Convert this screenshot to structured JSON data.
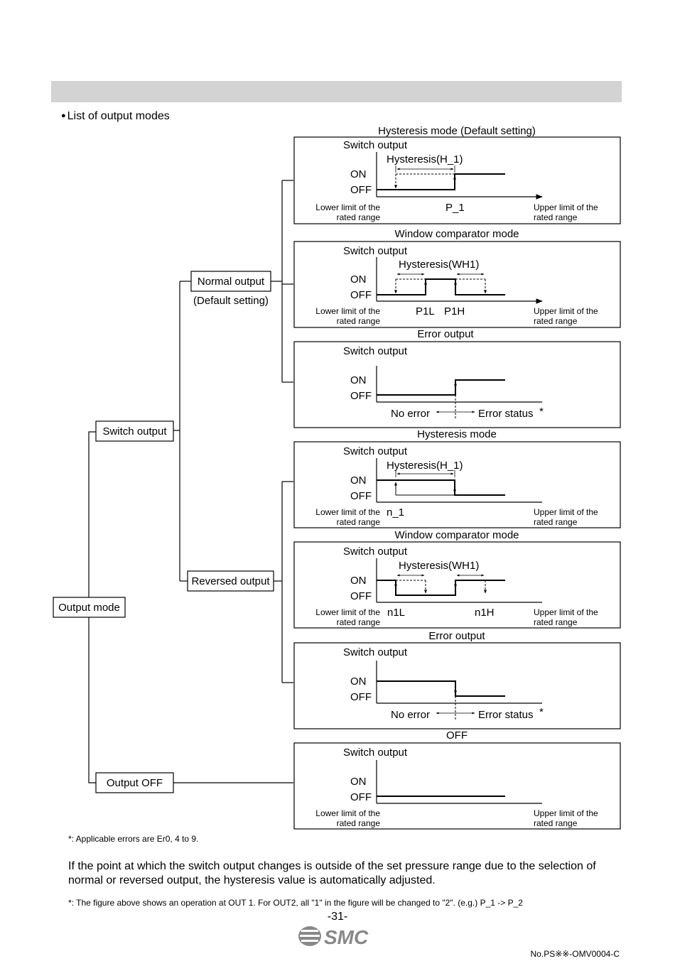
{
  "heading": "List of output modes",
  "tree": {
    "output_mode": "Output mode",
    "switch_output": "Switch output",
    "output_off": "Output OFF",
    "normal_output": "Normal output",
    "normal_sub": "(Default setting)",
    "reversed_output": "Reversed output"
  },
  "common": {
    "switch_output": "Switch output",
    "on": "ON",
    "off": "OFF",
    "lower_1": "Lower limit of the",
    "lower_2": "rated range",
    "upper_1": "Upper limit of the",
    "upper_2": "rated range",
    "no_error": "No error",
    "error_status": "Error status",
    "asterisk": "*"
  },
  "panels": [
    {
      "title": "Hysteresis mode (Default setting)",
      "hyst": "Hysteresis(H_1)",
      "p1": "P_1"
    },
    {
      "title": "Window comparator mode",
      "hyst": "Hysteresis(WH1)",
      "p1": "P1L",
      "p2": "P1H"
    },
    {
      "title": "Error output"
    },
    {
      "title": "Hysteresis mode",
      "hyst": "Hysteresis(H_1)",
      "p1": "n_1"
    },
    {
      "title": "Window comparator mode",
      "hyst": "Hysteresis(WH1)",
      "p1": "n1L",
      "p2": "n1H"
    },
    {
      "title": "Error output"
    },
    {
      "title": "OFF"
    }
  ],
  "footnote1": "*: Applicable errors are Er0, 4 to 9.",
  "paragraph": "If the point at which the switch output changes is outside of the set pressure range due to the selection of normal or reversed output, the hysteresis value is automatically adjusted.",
  "footnote2": "*: The figure above shows an operation at OUT 1. For OUT2, all \"1\" in the figure will be changed to \"2\". (e.g.) P_1 -> P_2",
  "page_number": "-31-",
  "logo_text": "SMC",
  "doc_number": "No.PS※※-OMV0004-C"
}
